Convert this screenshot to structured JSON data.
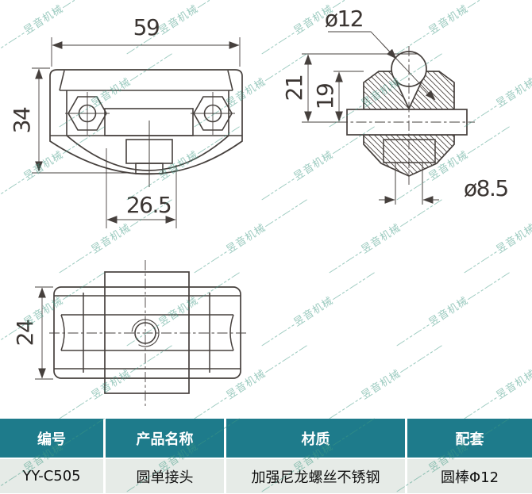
{
  "watermark": {
    "text": "昱音机械",
    "lead": "—--—--",
    "trail": "—--—--—",
    "color": "#3f9a84"
  },
  "drawing": {
    "line_color": "#46403d",
    "dims": {
      "front_width": "59",
      "front_height": "34",
      "front_slot_width": "26.5",
      "rod_diameter": "ø12",
      "section_height_total": "21",
      "section_height_inner": "19",
      "screw_diameter": "ø8.5",
      "top_height": "24"
    }
  },
  "table": {
    "headers": [
      "编号",
      "产品名称",
      "材质",
      "配套"
    ],
    "row": [
      "YY-C505",
      "圆单接头",
      "加强尼龙螺丝不锈钢",
      "圆棒Φ12"
    ],
    "colors": {
      "header_bg": "#1e7b8b",
      "header_text": "#ffffff",
      "row_bg": "#e6ebe7",
      "row_text": "#111111"
    }
  }
}
